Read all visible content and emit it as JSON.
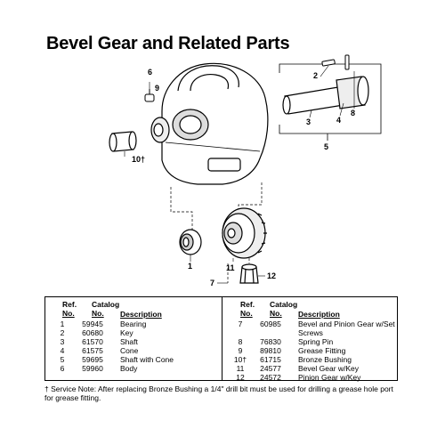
{
  "title": "Bevel Gear and Related Parts",
  "callouts": {
    "c1": "1",
    "c2": "2",
    "c3": "3",
    "c4": "4",
    "c5": "5",
    "c6": "6",
    "c7": "7",
    "c8": "8",
    "c9": "9",
    "c10": "10†",
    "c11": "11",
    "c12": "12"
  },
  "table": {
    "headers": {
      "ref_line1": "Ref.",
      "ref_line2": "No.",
      "catalog_line1": "Catalog",
      "catalog_line2": "No.",
      "description": "Description"
    },
    "left_rows": [
      {
        "ref": "1",
        "catalog": "59945",
        "description": "Bearing"
      },
      {
        "ref": "2",
        "catalog": "60680",
        "description": "Key"
      },
      {
        "ref": "3",
        "catalog": "61570",
        "description": "Shaft"
      },
      {
        "ref": "4",
        "catalog": "61575",
        "description": "Cone"
      },
      {
        "ref": "5",
        "catalog": "59695",
        "description": "Shaft with Cone"
      },
      {
        "ref": "6",
        "catalog": "59960",
        "description": "Body"
      }
    ],
    "right_rows": [
      {
        "ref": "7",
        "catalog": "60985",
        "description": "Bevel and Pinion Gear w/Set Screws"
      },
      {
        "ref": "8",
        "catalog": "76830",
        "description": "Spring Pin"
      },
      {
        "ref": "9",
        "catalog": "89810",
        "description": "Grease Fitting"
      },
      {
        "ref": "10†",
        "catalog": "61715",
        "description": "Bronze Bushing"
      },
      {
        "ref": "11",
        "catalog": "24577",
        "description": "Bevel Gear w/Key"
      },
      {
        "ref": "12",
        "catalog": "24572",
        "description": "Pinion Gear w/Key"
      }
    ]
  },
  "service_note": "† Service Note: After replacing Bronze Bushing a 1/4\" drill bit must be used for drilling a grease hole port for grease fitting."
}
